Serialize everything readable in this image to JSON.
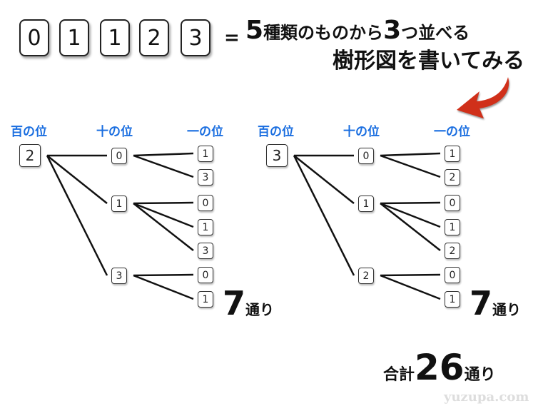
{
  "cards": [
    "0",
    "1",
    "1",
    "2",
    "3"
  ],
  "equals": "=",
  "title": {
    "line1_num1": "5",
    "line1_text1": "種類のものから",
    "line1_num2": "3",
    "line1_text2": "つ並べる",
    "line2": "樹形図を書いてみる"
  },
  "arrow_color": "#d0301a",
  "header_color": "#1a6ee0",
  "trees": [
    {
      "headers": [
        "百の位",
        "十の位",
        "一の位"
      ],
      "root": "2",
      "branches": [
        {
          "value": "0",
          "leaves": [
            "1",
            "3"
          ]
        },
        {
          "value": "1",
          "leaves": [
            "0",
            "1",
            "3"
          ]
        },
        {
          "value": "3",
          "leaves": [
            "0",
            "1"
          ]
        }
      ],
      "count_num": "7",
      "count_unit": "通り"
    },
    {
      "headers": [
        "百の位",
        "十の位",
        "一の位"
      ],
      "root": "3",
      "branches": [
        {
          "value": "0",
          "leaves": [
            "1",
            "2"
          ]
        },
        {
          "value": "1",
          "leaves": [
            "0",
            "1",
            "2"
          ]
        },
        {
          "value": "2",
          "leaves": [
            "0",
            "1"
          ]
        }
      ],
      "count_num": "7",
      "count_unit": "通り"
    }
  ],
  "total": {
    "prefix": "合計",
    "num": "26",
    "unit": "通り"
  },
  "watermark": "yuzupa.com"
}
